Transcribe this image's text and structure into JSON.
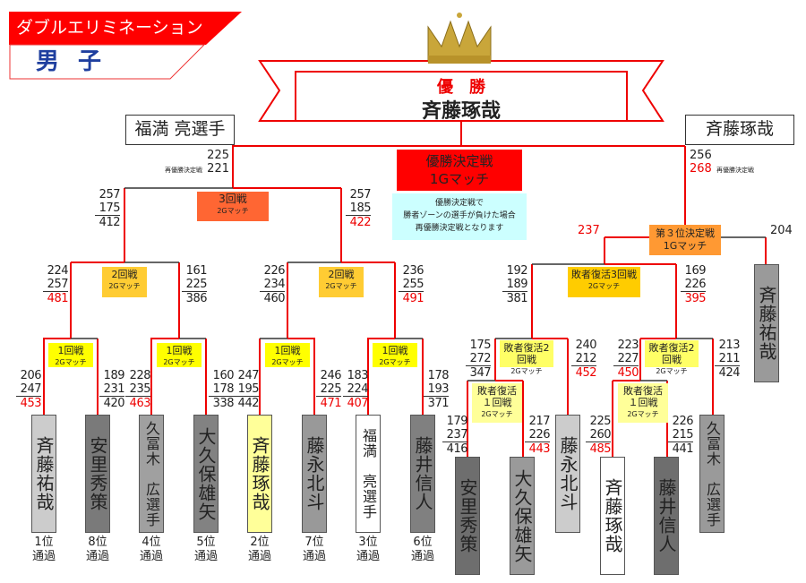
{
  "header": {
    "title": "ダブルエリミネーション",
    "division": "男 子"
  },
  "champion": {
    "label": "優　勝",
    "name": "斉藤琢哉"
  },
  "finalists": {
    "left": "福満 亮選手",
    "right": "斉藤琢哉"
  },
  "final_box": {
    "title": "優勝決定戦",
    "sub": "1Gマッチ"
  },
  "note": {
    "line1": "優勝決定戦で",
    "line2": "勝者ゾーンの選手が負けた場合",
    "line3": "再優勝決定戦となります"
  },
  "rematch_label": "再優勝決定戦",
  "final_scores": {
    "left_g1": "225",
    "left_g2": "221",
    "right_g1": "256",
    "right_g2": "268"
  },
  "third_place": {
    "title": "第３位決定戦",
    "sub": "1Gマッチ",
    "left": "237",
    "right": "204"
  },
  "rounds": {
    "r1": "1回戦",
    "r2": "2回戦",
    "r3": "3回戦",
    "match2g": "2Gマッチ",
    "l1a": "敗者復活",
    "l1b": "１回戦",
    "l2": "敗者復活2回戦",
    "l3": "敗者復活3回戦"
  },
  "scores": {
    "a1": {
      "g1": "206",
      "g2": "247",
      "total": "453",
      "won": true
    },
    "a2": {
      "g1": "189",
      "g2": "231",
      "total": "420",
      "won": false
    },
    "a3": {
      "g1": "228",
      "g2": "235",
      "total": "463",
      "won": true
    },
    "a4": {
      "g1": "160",
      "g2": "178",
      "total": "338",
      "won": false
    },
    "a5": {
      "g1": "247",
      "g2": "195",
      "total": "442",
      "won": false
    },
    "a6": {
      "g1": "246",
      "g2": "225",
      "total": "471",
      "won": true
    },
    "a7": {
      "g1": "183",
      "g2": "224",
      "total": "407",
      "won": true
    },
    "a8": {
      "g1": "178",
      "g2": "193",
      "total": "371",
      "won": false
    },
    "b1": {
      "g1": "224",
      "g2": "257",
      "total": "481",
      "won": true
    },
    "b2": {
      "g1": "161",
      "g2": "225",
      "total": "386",
      "won": false
    },
    "b3": {
      "g1": "226",
      "g2": "234",
      "total": "460",
      "won": false
    },
    "b4": {
      "g1": "236",
      "g2": "255",
      "total": "491",
      "won": true
    },
    "c1": {
      "g1": "257",
      "g2": "175",
      "total": "412",
      "won": false
    },
    "c2": {
      "g1": "257",
      "g2": "185",
      "total": "422",
      "won": true
    },
    "l3a": {
      "g1": "192",
      "g2": "189",
      "total": "381",
      "won": false
    },
    "l3b": {
      "g1": "169",
      "g2": "226",
      "total": "395",
      "won": true
    },
    "l2a": {
      "g1": "175",
      "g2": "272",
      "total": "347",
      "won": false
    },
    "l2b": {
      "g1": "240",
      "g2": "212",
      "total": "452",
      "won": true
    },
    "l2c": {
      "g1": "223",
      "g2": "227",
      "total": "450",
      "won": true
    },
    "l2d": {
      "g1": "213",
      "g2": "211",
      "total": "424",
      "won": false
    },
    "l1a": {
      "g1": "179",
      "g2": "237",
      "total": "416",
      "won": false
    },
    "l1b": {
      "g1": "217",
      "g2": "226",
      "total": "443",
      "won": true
    },
    "l1c": {
      "g1": "225",
      "g2": "260",
      "total": "485",
      "won": true
    },
    "l1d": {
      "g1": "226",
      "g2": "215",
      "total": "441",
      "won": false
    }
  },
  "players": {
    "p1": {
      "name": "斉藤祐哉",
      "rank": "1位",
      "pass": "通過",
      "color": "#cccccc"
    },
    "p2": {
      "name": "安里秀策",
      "rank": "8位",
      "pass": "通過",
      "color": "#7a7a7a"
    },
    "p3": {
      "name": "久冨木 広選手",
      "rank": "4位",
      "pass": "通過",
      "color": "#a0a0a0"
    },
    "p4": {
      "name": "大久保雄矢",
      "rank": "5位",
      "pass": "通過",
      "color": "#828282"
    },
    "p5": {
      "name": "斉藤琢哉",
      "rank": "2位",
      "pass": "通過",
      "color": "#ffff99"
    },
    "p6": {
      "name": "藤永北斗",
      "rank": "7位",
      "pass": "通過",
      "color": "#999999"
    },
    "p7": {
      "name": "福満 亮選手",
      "rank": "3位",
      "pass": "通過",
      "color": "#ffffff"
    },
    "p8": {
      "name": "藤井信人",
      "rank": "6位",
      "pass": "通過",
      "color": "#808080"
    },
    "q1": {
      "name": "安里秀策",
      "color": "#6e6e6e"
    },
    "q2": {
      "name": "大久保雄矢",
      "color": "#9a9a9a"
    },
    "q3": {
      "name": "藤永北斗",
      "color": "#cccccc"
    },
    "q4": {
      "name": "斉藤琢哉",
      "color": "#ffffff"
    },
    "q5": {
      "name": "藤井信人",
      "color": "#6e6e6e"
    },
    "q6": {
      "name": "久冨木 広選手",
      "color": "#9a9a9a"
    },
    "q7": {
      "name": "斉藤祐哉",
      "color": "#9a9a9a"
    }
  },
  "colors": {
    "red": "#ff0000",
    "blue": "#1f3f9f",
    "r1": "#ffff00",
    "r2": "#ffcc33",
    "r3": "#ff6633",
    "l1": "#ffff99",
    "l2": "#ffff66",
    "l3": "#ffcc00",
    "third": "#ff9933",
    "note": "#ccffff"
  }
}
